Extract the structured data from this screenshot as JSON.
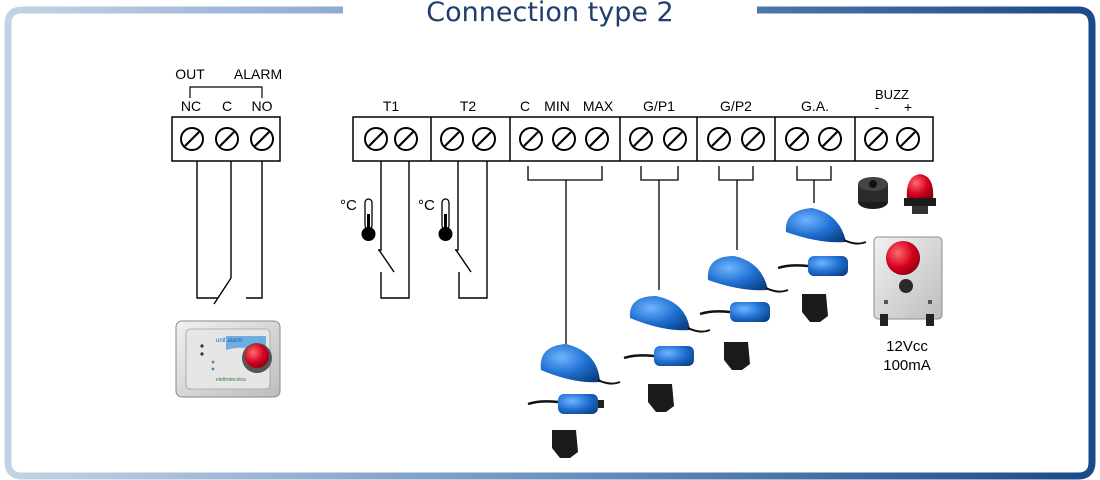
{
  "title": "Connection type 2",
  "alarm_group": {
    "out_label": "OUT",
    "alarm_label": "ALARM",
    "nc": "NC",
    "c": "C",
    "no": "NO"
  },
  "terminals": {
    "t1": "T1",
    "t2": "T2",
    "c": "C",
    "min": "MIN",
    "max": "MAX",
    "gp1": "G/P1",
    "gp2": "G/P2",
    "ga": "G.A.",
    "buzz": "BUZZ",
    "minus": "-",
    "plus": "+"
  },
  "sensors": {
    "t1_unit": "°C",
    "t2_unit": "°C"
  },
  "alarm_unit": {
    "brand_text": "unit alarm",
    "logo_text": "elettrotecnica"
  },
  "siren": {
    "voltage": "12Vcc",
    "current": "100mA"
  },
  "colors": {
    "frame_gradient_start": "#b9cbe0",
    "frame_gradient_end": "#1b4a8a",
    "float_blue": "#1e6fd0",
    "alarm_red": "#c6001a"
  }
}
